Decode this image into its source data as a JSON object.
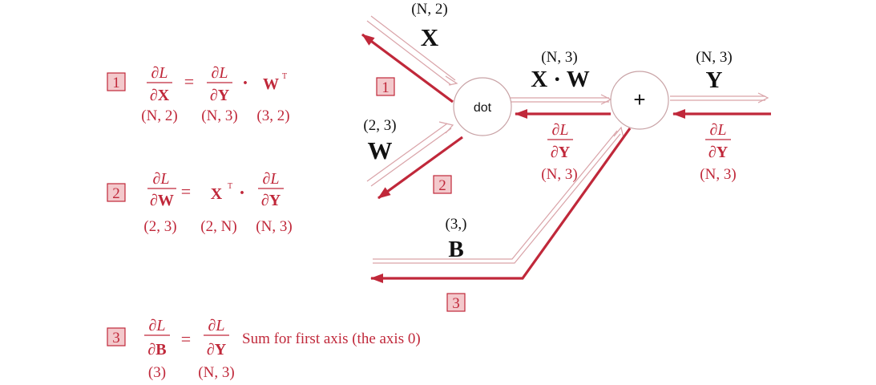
{
  "colors": {
    "accent_red": "#c0283a",
    "box_fill": "#f3c9cc",
    "pale_arrow": "#d9a3a8",
    "text_black": "#111111"
  },
  "graph": {
    "dot_node_label": "dot",
    "plus_node_label": "+",
    "X_shape": "(N, 2)",
    "X_label": "X",
    "W_shape": "(2, 3)",
    "W_label": "W",
    "XW_shape": "(N, 3)",
    "XW_label": "X · W",
    "Y_shape": "(N, 3)",
    "Y_label": "Y",
    "B_shape": "(3,)",
    "B_label": "B",
    "grad_mid_num": "∂L",
    "grad_mid_den": "∂Y",
    "grad_mid_shape": "(N, 3)",
    "grad_right_num": "∂L",
    "grad_right_den": "∂Y",
    "grad_right_shape": "(N, 3)",
    "step1": "1",
    "step2": "2",
    "step3": "3"
  },
  "formulas": {
    "f1": {
      "num": "1",
      "lhs_num": "∂L",
      "lhs_den": "∂X",
      "eq": "=",
      "rhs_num": "∂L",
      "rhs_den": "∂Y",
      "dot": "·",
      "mat": "W",
      "sup": "T",
      "shape1": "(N, 2)",
      "shape2": "(N, 3)",
      "shape3": "(3, 2)"
    },
    "f2": {
      "num": "2",
      "lhs_num": "∂L",
      "lhs_den": "∂W",
      "eq": "=",
      "mat": "X",
      "sup": "T",
      "dot": "·",
      "rhs_num": "∂L",
      "rhs_den": "∂Y",
      "shape1": "(2, 3)",
      "shape2": "(2, N)",
      "shape3": "(N, 3)"
    },
    "f3": {
      "num": "3",
      "lhs_num": "∂L",
      "lhs_den": "∂B",
      "eq": "=",
      "rhs_num": "∂L",
      "rhs_den": "∂Y",
      "note": "Sum for first axis (the axis 0)",
      "shape1": "(3)",
      "shape2": "(N, 3)"
    }
  }
}
